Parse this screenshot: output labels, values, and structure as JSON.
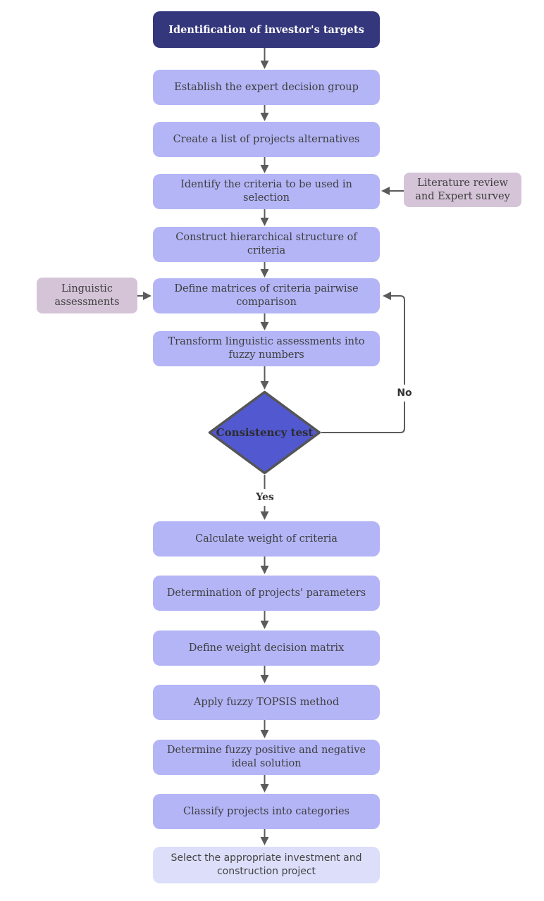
{
  "flow": {
    "start": "Identification of investor's targets",
    "steps_before_decision": [
      "Establish the expert decision group",
      "Create a list of projects alternatives",
      "Identify the criteria to be used in selection",
      "Construct hierarchical structure of criteria",
      "Define matrices of criteria pairwise comparison",
      "Transform linguistic assessments into fuzzy numbers"
    ],
    "decision": {
      "label": "Consistency test",
      "yes_label": "Yes",
      "no_label": "No"
    },
    "steps_after_decision": [
      "Calculate weight of criteria",
      "Determination of projects' parameters",
      "Define weight decision matrix",
      "Apply fuzzy TOPSIS method",
      "Determine fuzzy positive and negative ideal solution",
      "Classify projects into categories"
    ],
    "final_step": "Select the appropriate investment and construction project",
    "side_inputs": [
      {
        "label": "Literature review and Expert survey",
        "target": "Identify the criteria to be used in selection"
      },
      {
        "label": "Linguistic assessments",
        "target": "Define matrices of criteria pairwise comparison"
      }
    ]
  },
  "colors": {
    "start": "#34377c",
    "step": "#b3b5f6",
    "final": "#dcdefa",
    "input": "#d5c4d8",
    "decision": "#5158d0",
    "decision_border": "#555555",
    "connector": "#5b5b5b",
    "text": "#3e3e3e",
    "title_text": "#ffffff"
  }
}
